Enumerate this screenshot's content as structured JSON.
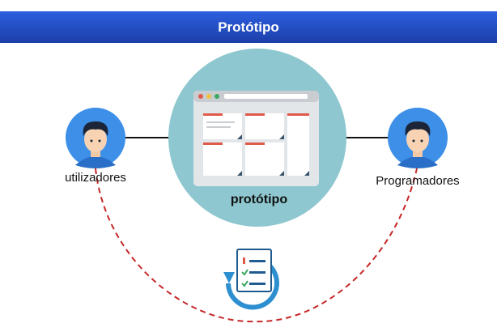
{
  "header": {
    "title": "Protótipo"
  },
  "nodes": {
    "center_label": "protótipo",
    "left_label": "utilizadores",
    "right_label": "Programadores"
  },
  "icons": {
    "center": "prototype-screen-icon",
    "left": "user-avatar-icon",
    "right": "user-avatar-icon",
    "bottom": "checklist-cycle-icon"
  },
  "colors": {
    "header": "#1f48b8",
    "circle_center": "#8ec7cf",
    "avatar_bg": "#3d8fe8",
    "arc": "#c62828"
  }
}
